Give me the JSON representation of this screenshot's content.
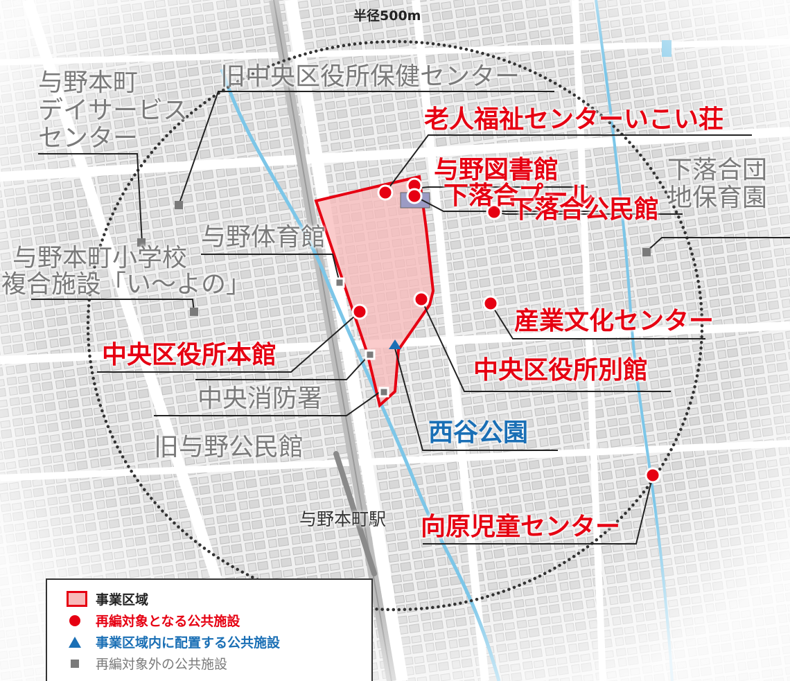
{
  "map": {
    "radius_label": "半径500m",
    "station_label": "与野本町駅"
  },
  "facilities": {
    "gray": {
      "yono_honmachi_day": [
        "与野本町",
        "デイサービス",
        "センター"
      ],
      "old_chuo_health": "旧中央区役所保健センター",
      "yono_gym": "与野体育館",
      "yono_school": [
        "与野本町小学校",
        "複合施設「い〜よの」"
      ],
      "shimo_nursery": [
        "下落合団",
        "地保育園"
      ],
      "chuo_fire": "中央消防署",
      "old_yono_hall": "旧与野公民館"
    },
    "red": {
      "ikoi": "老人福祉センターいこい荘",
      "library": "与野図書館",
      "pool": "下落合プール",
      "shimo_hall": "下落合公民館",
      "industry": "産業文化センター",
      "ward_main": "中央区役所本館",
      "ward_annex": "中央区役所別館",
      "mukaihara": "向原児童センター"
    },
    "blue": {
      "nishiya_park": "西谷公園"
    }
  },
  "legend": {
    "items": [
      {
        "symbol": "area",
        "label": "事業区域",
        "color": "#222222"
      },
      {
        "symbol": "dot",
        "label": "再編対象となる公共施設",
        "color": "#e60012"
      },
      {
        "symbol": "triangle",
        "label": "事業区域内に配置する公共施設",
        "color": "#1a6fb5"
      },
      {
        "symbol": "square",
        "label": "再編対象外の公共施設",
        "color": "#7a7a7a"
      }
    ]
  },
  "colors": {
    "target_red": "#e60012",
    "in_area_blue": "#1a6fb5",
    "excluded_gray": "#7a7a7a",
    "area_fill": "#f8b9b9",
    "river": "#7cc6e8"
  }
}
